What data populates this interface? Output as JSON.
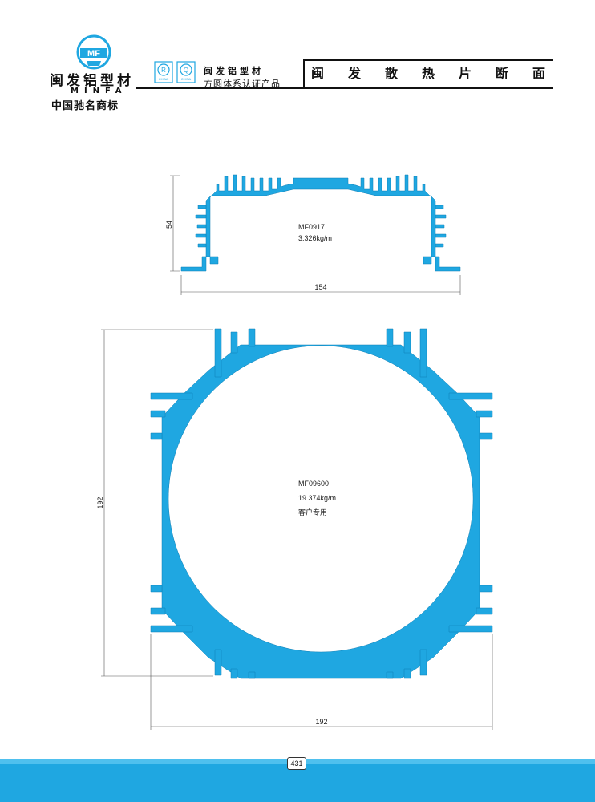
{
  "header": {
    "logo_text": "MF",
    "brand_cn": "闽发铝型材",
    "brand_en": "MINFA",
    "slogan": "中国驰名商标",
    "cert_r_letter": "R",
    "cert_q_letter": "Q",
    "cert_sub": "CHINA",
    "cert_name": "闽发铝型材",
    "cert_desc": "方圆体系认证产品",
    "page_title": "闽发散热片断面"
  },
  "profiles": [
    {
      "code": "MF0917",
      "weight": "3.326kg/m",
      "note": "",
      "height_label": "54",
      "width_label": "154"
    },
    {
      "code": "MF09600",
      "weight": "19.374kg/m",
      "note": "客户专用",
      "height_label": "192",
      "width_label": "192"
    }
  ],
  "colors": {
    "profile": "#1fa7e1",
    "footer": "#1fa7e1"
  },
  "footer": {
    "page_number": "431"
  }
}
